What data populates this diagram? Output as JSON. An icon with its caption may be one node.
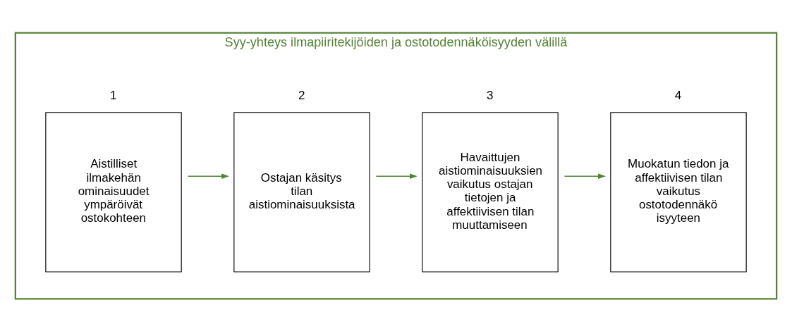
{
  "diagram": {
    "nodes": [
      {
        "text": [
          "Syy-yhteys ilmapiiritekijöiden ja ostotodennäköisyyden välillä"
        ]
      },
      {
        "text": [
          "1",
          "Aistilliset ilmakehän ominaisuudet ympäröivät ostokohteen"
        ],
        "in": 0
      },
      {
        "text": [
          "2",
          "Ostajan käsitys tilan aistiominaisuuksista"
        ],
        "in": 0
      },
      {
        "text": [
          "3",
          "Havaittujen aistiominaisuuksien vaikutus ostajan tietojen ja affektiivisen tilan muuttamiseen"
        ],
        "in": 0
      },
      {
        "text": [
          "4",
          "Muokatun tiedon ja affektiivisen tilan vaikutus ostotodennäkö isyyteen"
        ],
        "in": 0
      }
    ],
    "edges": [
      {
        "from": 1,
        "to": 2,
        "arrow": "to"
      },
      {
        "from": 2,
        "to": 3,
        "arrow": "to"
      },
      {
        "from": 3,
        "to": 4,
        "arrow": "to"
      }
    ]
  }
}
